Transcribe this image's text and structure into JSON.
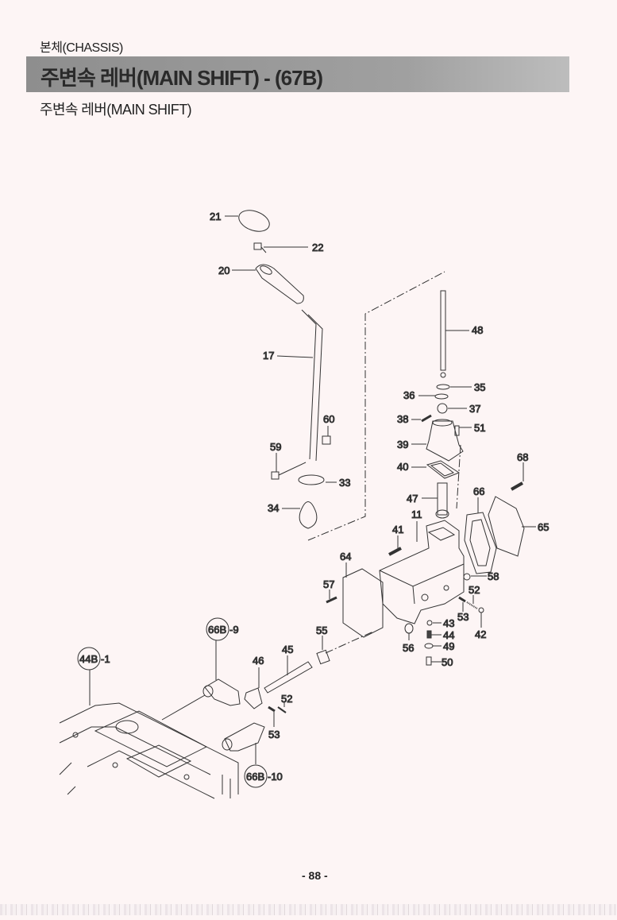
{
  "header": {
    "section": "본체(CHASSIS)",
    "title": "주변속 레버(MAIN SHIFT) - (67B)",
    "subtitle": "주변속 레버(MAIN SHIFT)"
  },
  "diagram": {
    "callouts": {
      "p21": "21",
      "p22": "22",
      "p20": "20",
      "p17": "17",
      "p60": "60",
      "p59": "59",
      "p33": "33",
      "p34": "34",
      "p48": "48",
      "p35": "35",
      "p36": "36",
      "p37": "37",
      "p38": "38",
      "p51": "51",
      "p39": "39",
      "p40": "40",
      "p68": "68",
      "p66": "66",
      "p65": "65",
      "p47": "47",
      "p11": "11",
      "p41": "41",
      "p64": "64",
      "p58": "58",
      "p57": "57",
      "p52a": "52",
      "p53a": "53",
      "p42": "42",
      "p43": "43",
      "p44": "44",
      "p49": "49",
      "p50": "50",
      "p56": "56",
      "p55": "55",
      "p45": "45",
      "p46": "46",
      "p52b": "52",
      "p53b": "53"
    },
    "references": {
      "r66b9": {
        "circle": "66B",
        "suffix": "-9"
      },
      "r44b1": {
        "circle": "44B",
        "suffix": "-1"
      },
      "r66b10": {
        "circle": "66B",
        "suffix": "-10"
      }
    }
  },
  "footer": {
    "page_number": "- 88 -"
  }
}
